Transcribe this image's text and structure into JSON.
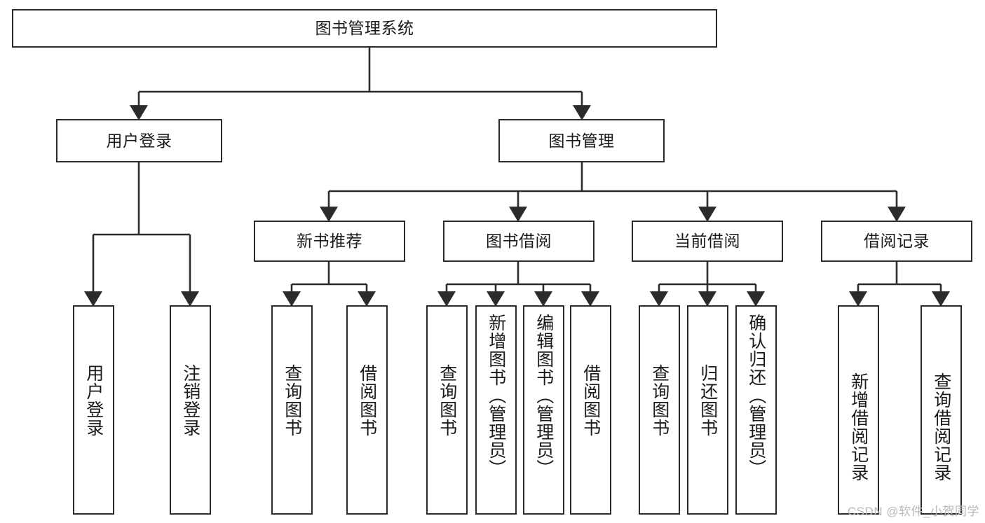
{
  "diagram": {
    "type": "tree-hierarchy",
    "title": "图书管理系统",
    "root": {
      "id": "root",
      "label": "图书管理系统"
    },
    "level2": [
      {
        "id": "user-login",
        "label": "用户登录"
      },
      {
        "id": "book-manage",
        "label": "图书管理"
      }
    ],
    "level3": [
      {
        "id": "new-book-rec",
        "label": "新书推荐"
      },
      {
        "id": "book-borrow",
        "label": "图书借阅"
      },
      {
        "id": "current-borrow",
        "label": "当前借阅"
      },
      {
        "id": "borrow-record",
        "label": "借阅记录"
      }
    ],
    "leaves": {
      "user_login": [
        {
          "id": "leaf-user-login",
          "label": "用户登录"
        },
        {
          "id": "leaf-logout",
          "label": "注销登录"
        }
      ],
      "new_book_rec": [
        {
          "id": "leaf-query-book-1",
          "label": "查询图书"
        },
        {
          "id": "leaf-borrow-book-1",
          "label": "借阅图书"
        }
      ],
      "book_borrow": [
        {
          "id": "leaf-query-book-2",
          "label": "查询图书"
        },
        {
          "id": "leaf-add-book",
          "label": "新增图书（管理员）"
        },
        {
          "id": "leaf-edit-book",
          "label": "编辑图书（管理员）"
        },
        {
          "id": "leaf-borrow-book-2",
          "label": "借阅图书"
        }
      ],
      "current_borrow": [
        {
          "id": "leaf-query-book-3",
          "label": "查询图书"
        },
        {
          "id": "leaf-return-book",
          "label": "归还图书"
        },
        {
          "id": "leaf-confirm-return",
          "label": "确认归还（管理员）"
        }
      ],
      "borrow_record": [
        {
          "id": "leaf-add-record",
          "label": "新增借阅记录"
        },
        {
          "id": "leaf-query-record",
          "label": "查询借阅记录"
        }
      ]
    },
    "colors": {
      "stroke": "#2b2b2b",
      "background": "#ffffff",
      "text": "#1a1a1a",
      "watermark": "#b9b9b9"
    }
  },
  "watermark": {
    "text": "CSDN @软件_小贺同学"
  }
}
